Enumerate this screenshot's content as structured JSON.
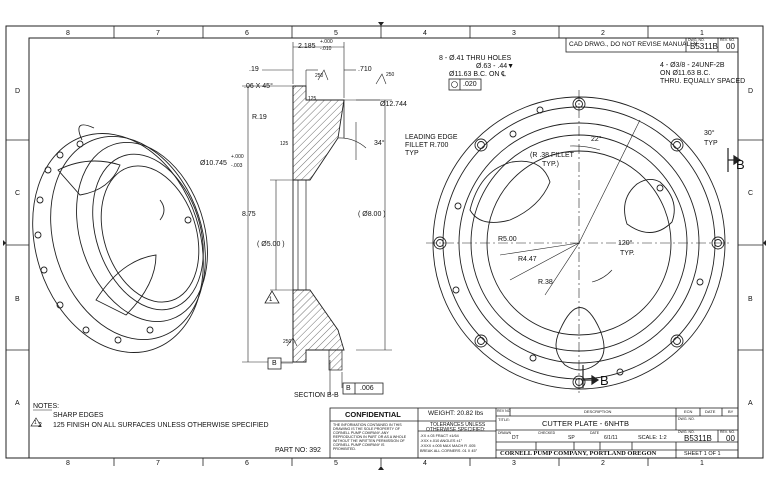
{
  "zones": {
    "top": [
      "8",
      "7",
      "6",
      "5",
      "4",
      "3",
      "2",
      "1"
    ],
    "bottom": [
      "8",
      "7",
      "6",
      "5",
      "4",
      "3",
      "2",
      "1"
    ],
    "left": [
      "D",
      "C",
      "B",
      "A"
    ],
    "right": [
      "D",
      "C",
      "B",
      "A"
    ]
  },
  "header": {
    "cad_notice": "CAD DRWG., DO NOT REVISE MANUALLY",
    "dwg_no_label": "DWG. NO.",
    "dwg_no": "B5311B",
    "rev_no_label": "REV. NO.",
    "rev_no": "00"
  },
  "section_view": {
    "dim_width_main": "2.185",
    "dim_width_tol_plus": "+.000",
    "dim_width_tol_minus": "-.010",
    "dim_019": ".19",
    "dim_0710": ".710",
    "chamfer": ".06 X 45°",
    "finish_250_a": "250",
    "finish_125_a": "125",
    "finish_250_b": "250",
    "finish_125_b": "125",
    "finish_250_c": "250",
    "radius_r019": "R.19",
    "dia_12744": "Ø12.744",
    "angle_34": "34°",
    "dia_10745": "Ø10.745",
    "dia_10745_tol_plus": "+.000",
    "dia_10745_tol_minus": "-.003",
    "dim_875": "8.75",
    "dia_800": "( Ø8.00 )",
    "dia_500": "( Ø5.00 )",
    "datum_b_flag": "B",
    "section_label": "SECTION B-B",
    "flatness_datum": "B",
    "flatness_value": ".006",
    "note_flag_1": "1"
  },
  "front_view": {
    "holes_note_1": "8 - Ø.41 THRU HOLES",
    "holes_note_2": "Ø.63 - .44▼",
    "holes_note_3": "Ø11.63 B.C. ON ℄",
    "position_tol": ".020",
    "tapped_note_1": "4 - Ø3/8 - 24UNF-2B",
    "tapped_note_2": "ON Ø11.63 B.C.",
    "tapped_note_3": "THRU. EQUALLY SPACED",
    "leading_edge_1": "LEADING EDGE",
    "leading_edge_2": "FILLET R.700",
    "leading_edge_3": "TYP",
    "fillet_1": "(R .38 FILLET",
    "fillet_2": "TYP.)",
    "angle_22": "22°",
    "angle_30": "30°",
    "angle_30_typ": "TYP",
    "r500": "R5.00",
    "r447": "R4.47",
    "angle_120": "120°",
    "angle_120_typ": "TYP.",
    "r038": "R.38",
    "section_arrow_top": "B",
    "section_arrow_bottom": "B"
  },
  "notes": {
    "title": "NOTES:",
    "note1_num": "1",
    "note1_text": "SHARP EDGES",
    "note2_num": "2",
    "note2_text": "125 FINISH ON ALL SURFACES UNLESS OTHERWISE SPECIFIED",
    "part_no": "PART NO: 392"
  },
  "title_block": {
    "confidential": "CONFIDENTIAL",
    "conf_text": [
      "THE INFORMATION CONTAINED IN THIS",
      "DRAWING IS THE SOLE PROPERTY OF",
      "CORNELL PUMP COMPANY. ANY",
      "REPRODUCTION IN PART OR AS A WHOLE",
      "WITHOUT THE WRITTEN PERMISSION OF",
      "CORNELL PUMP COMPANY IS",
      "PROHIBITED."
    ],
    "weight": "WEIGHT: 20.82 lbs",
    "tol_head_1": "TOLERANCES UNLESS",
    "tol_head_2": "OTHERWISE SPECIFIED:",
    "tol_lines": [
      ".XX ±.03    FRACT ±1/64",
      ".XXX ±.010   ANGLES ±1°",
      ".XXXX ±.005   MAX MACH R .005",
      "BREAK ALL CORNERS .01 X 45°"
    ],
    "rev_no_label": "REV NO",
    "description_label": "DESCRIPTION",
    "ecn_label": "ECN",
    "date_label": "DATE",
    "by_label": "BY",
    "title_label": "TITLE:",
    "title": "CUTTER PLATE - 6NHTB",
    "dwg_no_label": "DWG. NO.",
    "drawn_label": "DRAWN",
    "drawn": "DT",
    "checked_label": "CHECKED",
    "checked": "SP",
    "date_label2": "DATE",
    "date": "6/1/11",
    "scale": "SCALE: 1:2",
    "dwg_no_label2": "DWG. NO.",
    "dwg_no": "B5311B",
    "rev_no_label2": "REV. NO.",
    "rev_no": "00",
    "company": "CORNELL PUMP COMPANY, PORTLAND OREGON",
    "sheet": "SHEET 1 OF 1"
  }
}
